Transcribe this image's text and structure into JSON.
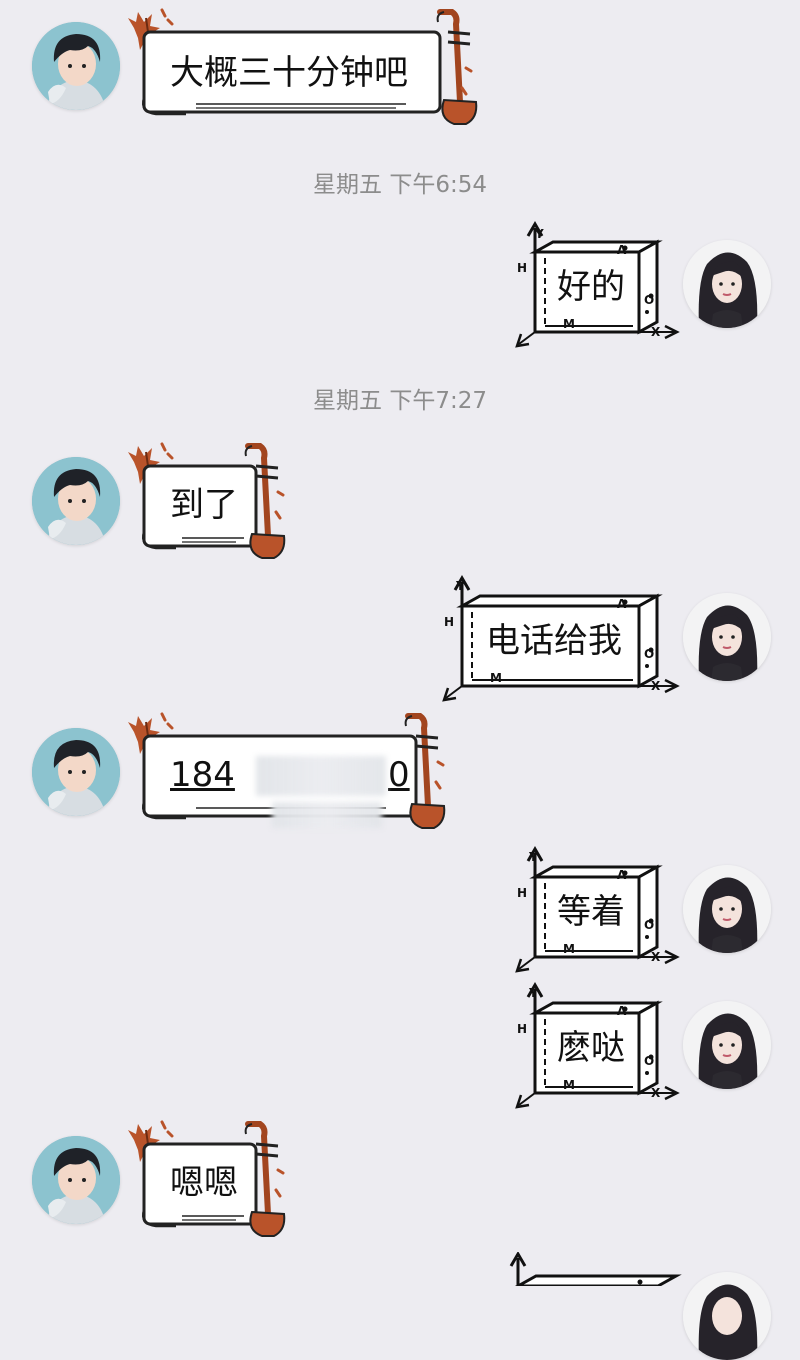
{
  "messages": [
    {
      "side": "left",
      "text": "大概三十分钟吧"
    },
    {
      "type": "time",
      "text": "星期五 下午6:54"
    },
    {
      "side": "right",
      "text": "好的"
    },
    {
      "type": "time",
      "text": "星期五 下午7:27"
    },
    {
      "side": "left",
      "text": "到了"
    },
    {
      "side": "right",
      "text": "电话给我"
    },
    {
      "side": "left",
      "text": "184",
      "link_tail": "0"
    },
    {
      "side": "right",
      "text": "等着"
    },
    {
      "side": "right",
      "text": "麽哒"
    },
    {
      "side": "left",
      "text": "嗯嗯"
    }
  ],
  "cube_labels": {
    "y": "Y",
    "h": "H",
    "a": "A",
    "o": "O",
    "m": "M",
    "x": "X"
  },
  "colors": {
    "background": "#edecf1",
    "link": "#3fa5d8",
    "pipa_brown": "#b9532a",
    "timestamp": "#8c8c8c"
  }
}
